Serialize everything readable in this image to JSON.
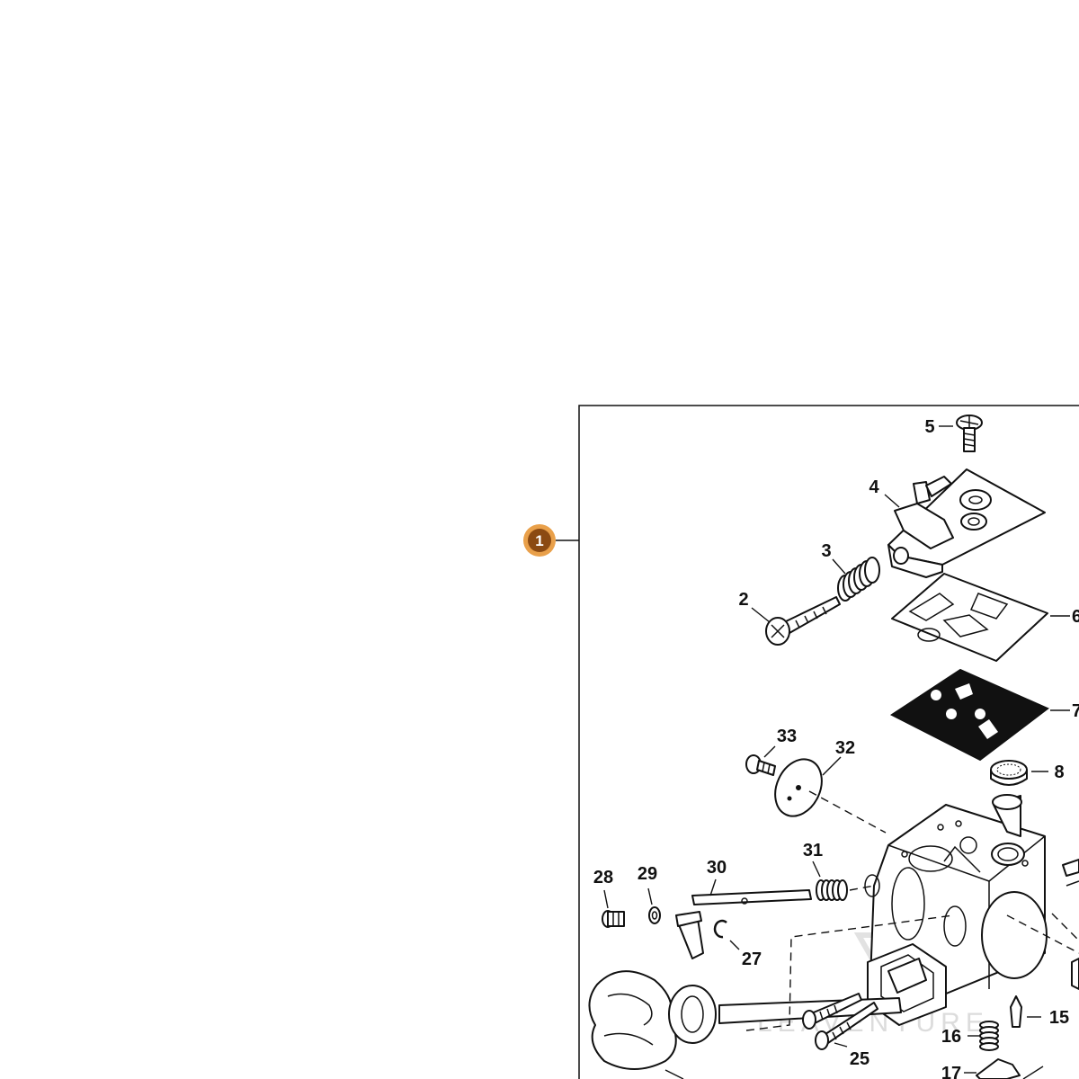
{
  "assembly": {
    "number": "1",
    "badge_color": "#8b4a12",
    "ring_color": "#e9a04a"
  },
  "watermark": {
    "text": "LEAVENTURE"
  },
  "callouts": {
    "c2": "2",
    "c3": "3",
    "c4": "4",
    "c5": "5",
    "c6": "6",
    "c7": "7",
    "c8": "8",
    "c15": "15",
    "c16": "16",
    "c17": "17",
    "c25": "25",
    "c27": "27",
    "c28": "28",
    "c29": "29",
    "c30": "30",
    "c31": "31",
    "c32": "32",
    "c33": "33"
  }
}
